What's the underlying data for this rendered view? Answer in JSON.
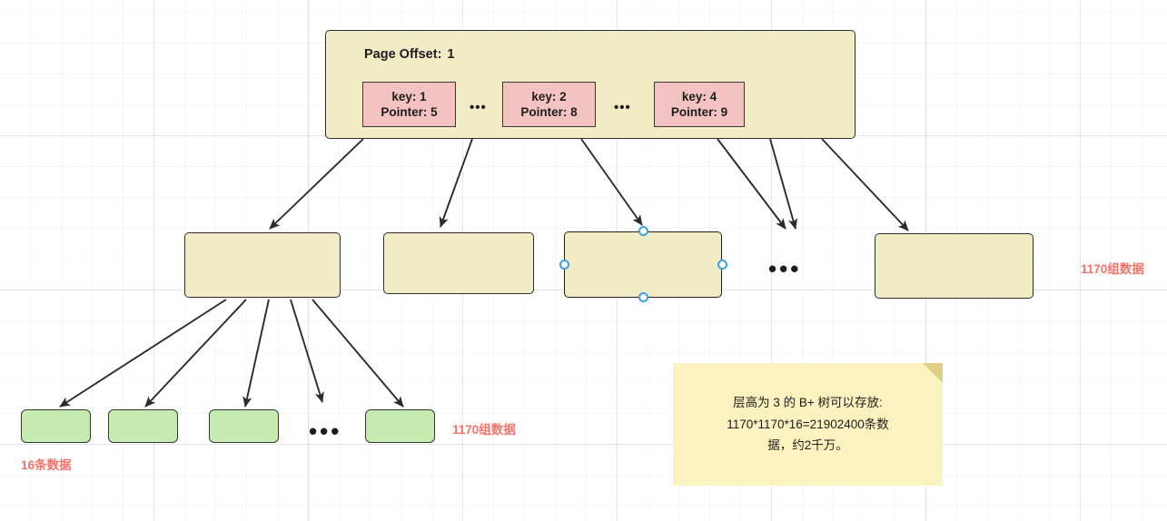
{
  "diagram": {
    "title": "B+ Tree page structure",
    "colors": {
      "node_fill": "#f2ecc6",
      "key_fill": "#f5c2c2",
      "leaf_fill": "#c7eab1",
      "note_fill": "#fbf2bf",
      "note_fold": "#e0ce86",
      "border": "#2f2f2f",
      "red_label": "#f4736b",
      "handle": "#3aa0e8",
      "grid": "#e8e8e8"
    }
  },
  "root": {
    "page_offset_label": "Page Offset:",
    "page_offset_value": "1",
    "entries": [
      {
        "key_line": "key: 1",
        "pointer_line": "Pointer: 5"
      },
      {
        "key_line": "key: 2",
        "pointer_line": "Pointer: 8"
      },
      {
        "key_line": "key: 4",
        "pointer_line": "Pointer: 9"
      }
    ],
    "ellipsis": "•••"
  },
  "level2": {
    "nodes": [
      "",
      "",
      "",
      ""
    ],
    "ellipsis": "•••",
    "right_label": "1170组数据"
  },
  "leaves": {
    "nodes": [
      "",
      "",
      "",
      ""
    ],
    "ellipsis": "•••",
    "right_label": "1170组数据",
    "left_label": "16条数据"
  },
  "note": {
    "text": "层高为 3 的 B+ 树可以存放:\n1170*1170*16=21902400条数\n据，约2千万。"
  }
}
